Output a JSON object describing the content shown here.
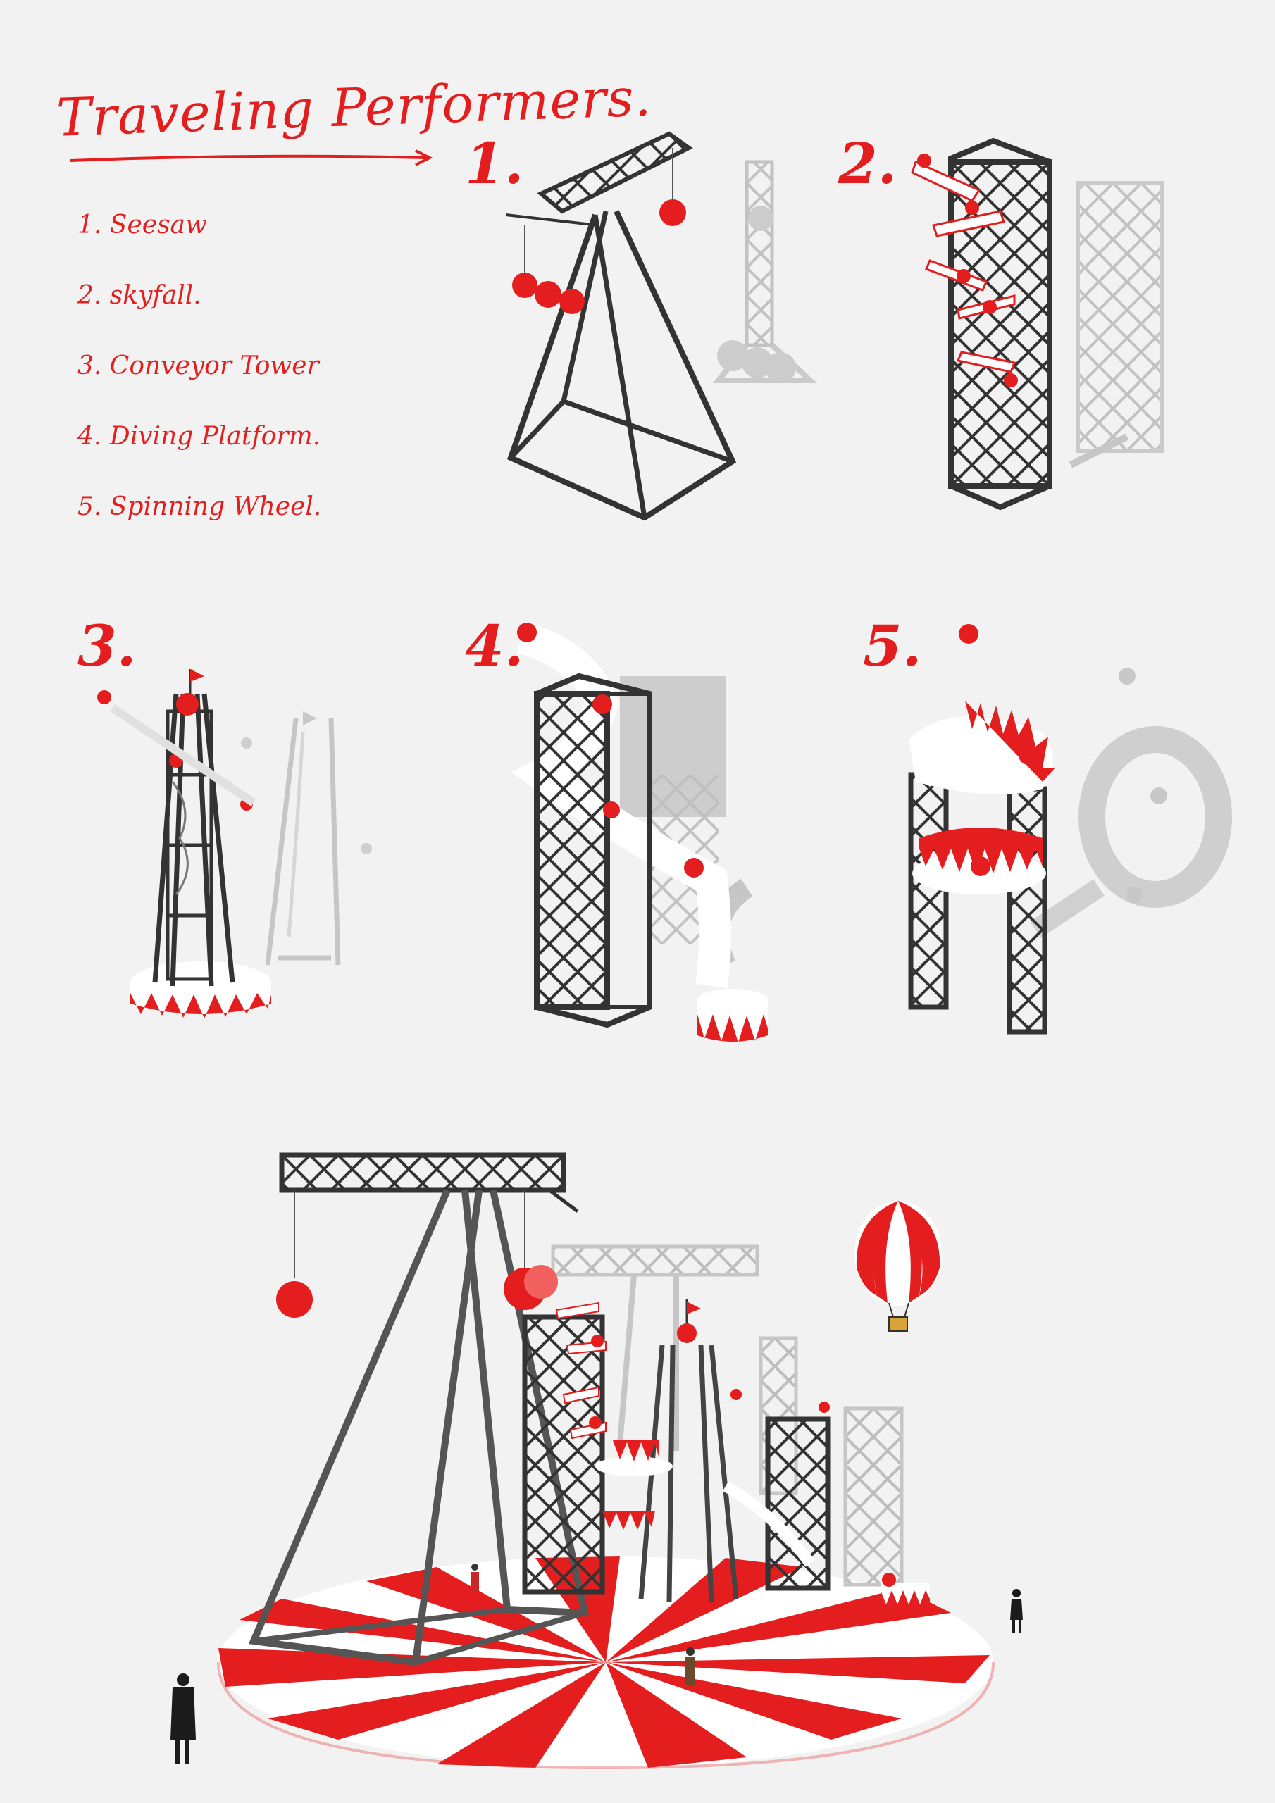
{
  "title": "Traveling Performers.",
  "legend": [
    "1. Seesaw",
    "2. skyfall.",
    "3. Conveyor Tower",
    "4. Diving Platform.",
    "5. Spinning Wheel."
  ],
  "panels": [
    {
      "number": "1."
    },
    {
      "number": "2."
    },
    {
      "number": "3."
    },
    {
      "number": "4."
    },
    {
      "number": "5."
    }
  ],
  "colors": {
    "accent": "#e41e1e",
    "frame": "#333333",
    "shadow": "#cfcfcf",
    "background": "#f2f2f2"
  }
}
